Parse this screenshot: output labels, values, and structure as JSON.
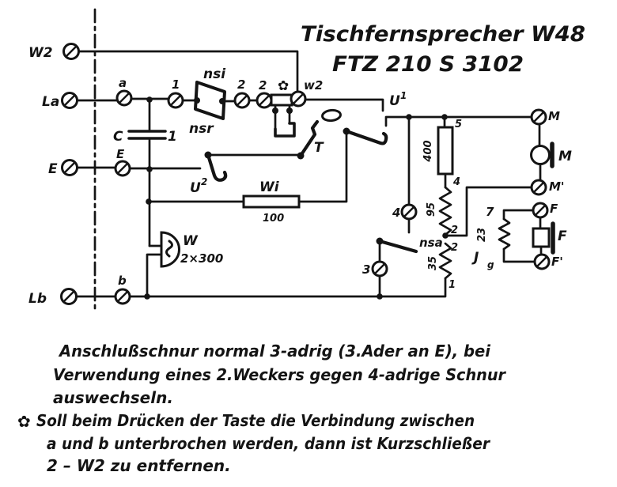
{
  "title": {
    "name": "Tischfernsprecher W48",
    "code": "FTZ 210 S 3102"
  },
  "terminals": {
    "line_w2": "W2",
    "line_a": "La",
    "line_e": "E",
    "line_b": "Lb",
    "a": "a",
    "e_inner": "E",
    "b": "b",
    "n1": "1",
    "n2_left": "2",
    "n2_right": "2",
    "w2_small": "w2",
    "n3": "3",
    "n4": "4",
    "n5": "5",
    "n4_mid": "4",
    "n2_upper": "2",
    "n2_lower": "2",
    "n1_lower": "1",
    "n7": "7",
    "m": "M",
    "m_prime": "M'",
    "f": "F",
    "f_prime": "F'"
  },
  "components": {
    "dial_contact_top": "nsi",
    "dial_contact_bottom": "nsr",
    "dial_contact_offnormal": "nsa",
    "capacitor_label": "C",
    "capacitor_value": "1",
    "resistor_wi_label": "Wi",
    "resistor_wi_value": "100",
    "bell_label": "W",
    "bell_value": "2×300",
    "winding_400": "400",
    "winding_95": "95",
    "winding_35": "35",
    "winding_j_value": "23",
    "coil_label": "J",
    "coil_sub": "g",
    "hookswitch_label_1": "U",
    "hookswitch_sup_1": "1",
    "hookswitch_label_2": "U",
    "hookswitch_sup_2": "2",
    "button_label": "T",
    "microphone_label": "M",
    "receiver_label": "F",
    "star_symbol": "✿"
  },
  "notes": {
    "line1": "Anschlußschnur normal 3-adrig (3.Ader an E), bei",
    "line2": "Verwendung eines 2.Weckers gegen 4-adrige Schnur",
    "line3": "auswechseln.",
    "star": "✿",
    "line4": "Soll beim Drücken der Taste die Verbindung zwischen",
    "line5": "a und b unterbrochen werden, dann ist Kurzschließer",
    "line6": "2 – W2 zu entfernen."
  }
}
